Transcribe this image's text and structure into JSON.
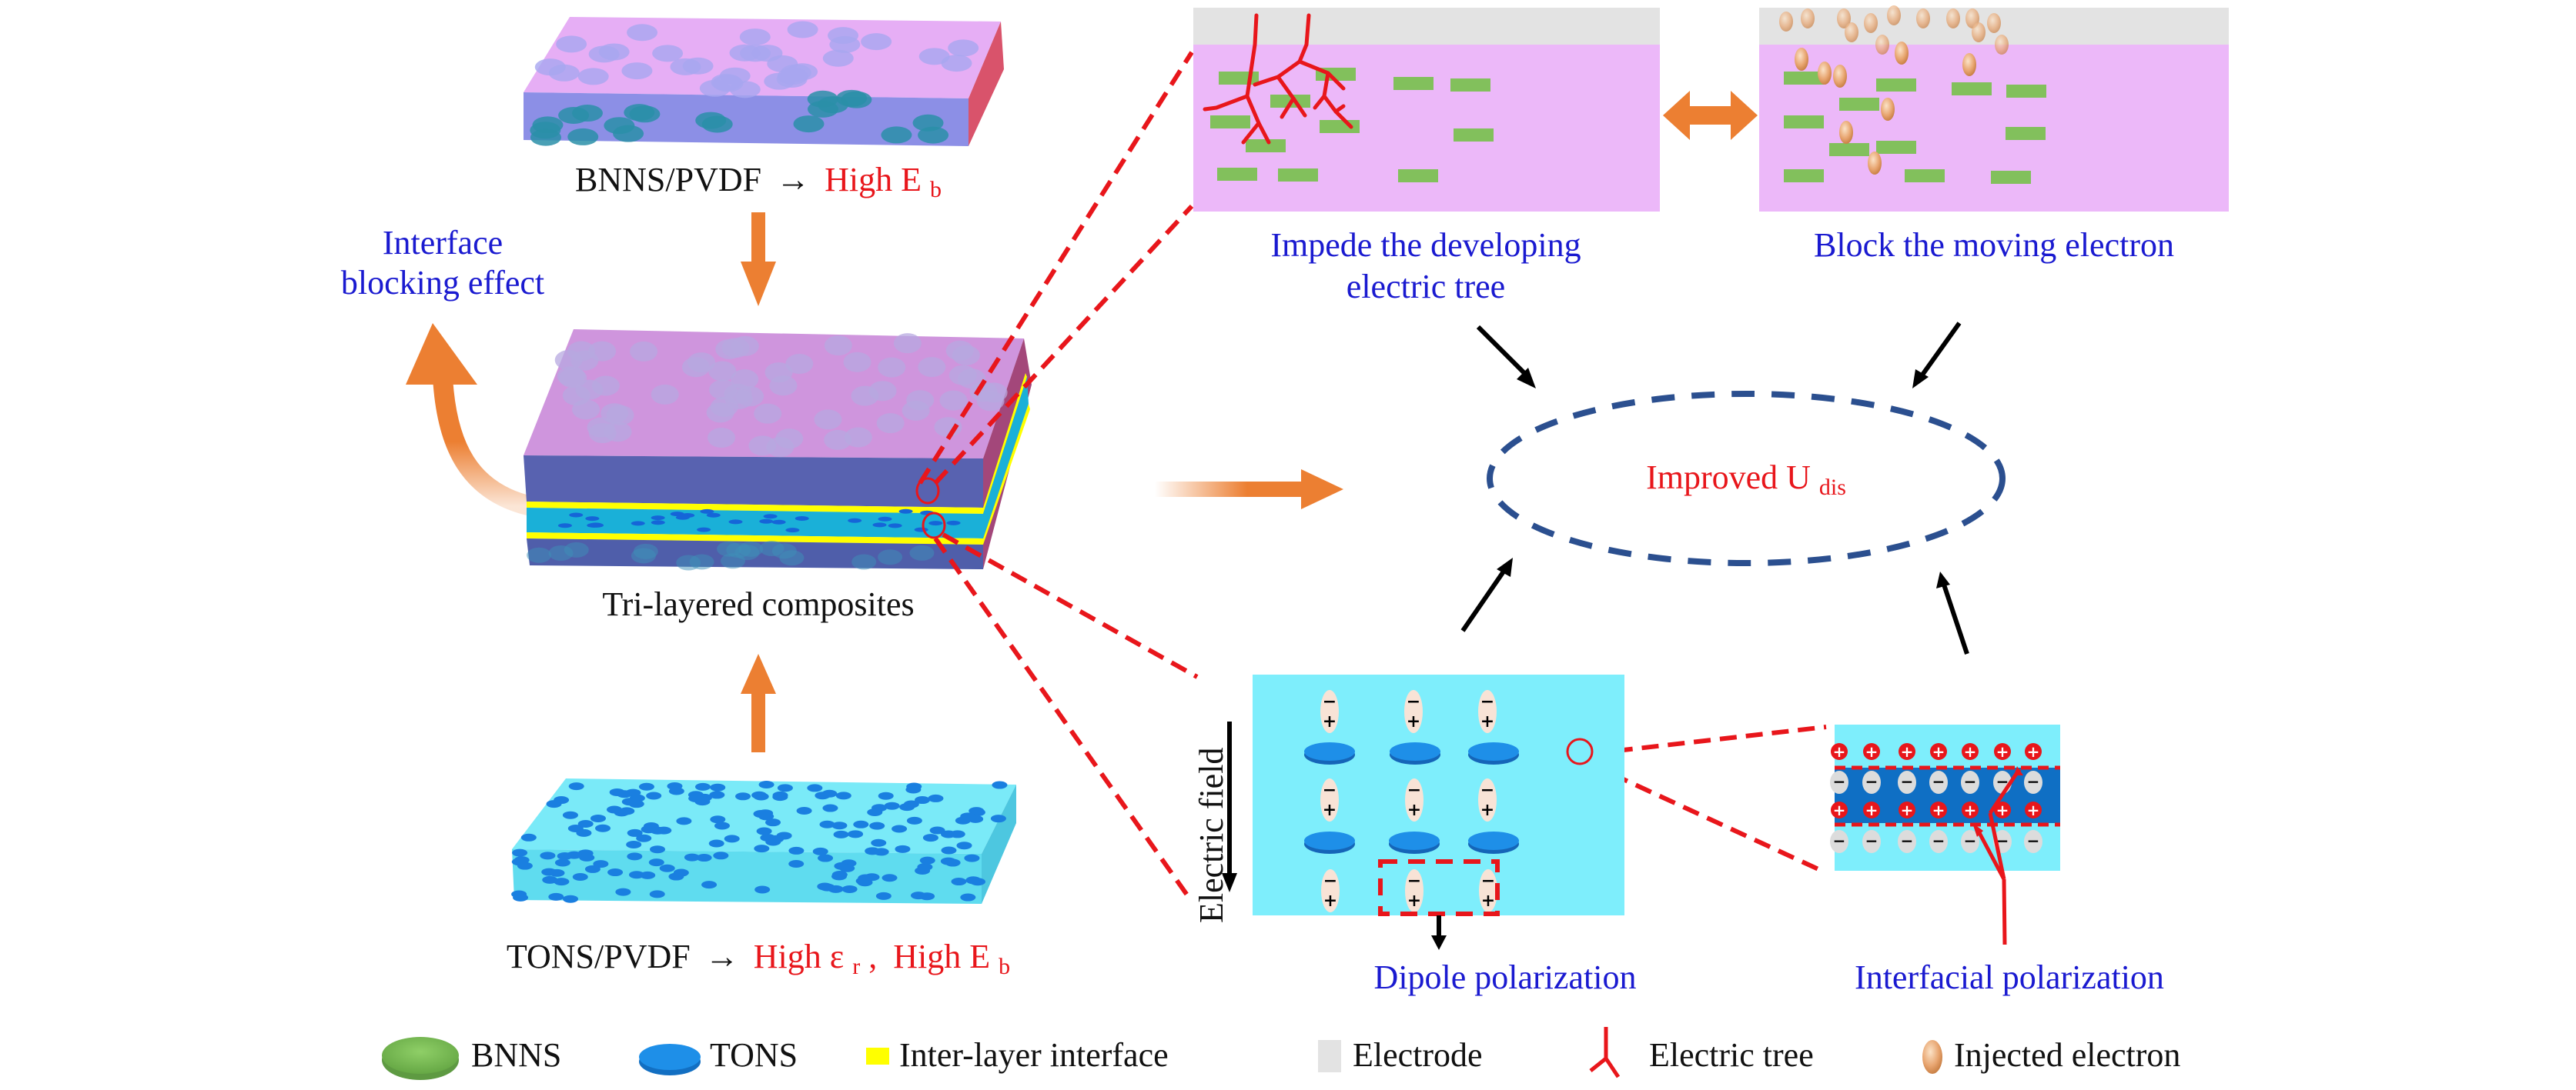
{
  "figure": {
    "composites": {
      "bnns_layer": {
        "label_material": "BNNS/PVDF",
        "label_arrow": "→",
        "label_property": "High E",
        "label_property_sub": "b"
      },
      "tons_layer": {
        "label_material": "TONS/PVDF",
        "label_arrow": "→",
        "label_property_1": "High ε",
        "label_property_1_sub": "r",
        "label_separator": ",",
        "label_property_2": "High E",
        "label_property_2_sub": "b"
      },
      "trilayer": {
        "label": "Tri-layered composites"
      },
      "interface_effect": {
        "line1": "Interface",
        "line2": "blocking effect"
      }
    },
    "mechanisms": {
      "electric_tree_panel": {
        "caption_line1": "Impede the developing",
        "caption_line2": "electric tree"
      },
      "electron_panel": {
        "caption": "Block the moving electron"
      },
      "dipole_panel": {
        "caption": "Dipole polarization",
        "field_label": "Electric field",
        "minus_sign": "−",
        "plus_sign": "+"
      },
      "interfacial_panel": {
        "caption": "Interfacial polarization",
        "minus_sign": "−",
        "plus_sign": "+"
      }
    },
    "result": {
      "label": "Improved U",
      "label_sub": "dis"
    },
    "legend": [
      {
        "icon": "green-disc-icon",
        "label": "BNNS",
        "color": "#7fbf5a"
      },
      {
        "icon": "blue-disc-icon",
        "label": "TONS",
        "color": "#1e8fe8"
      },
      {
        "icon": "yellow-bar-icon",
        "label": "Inter-layer interface",
        "color": "#ffff00"
      },
      {
        "icon": "grey-block-icon",
        "label": "Electrode",
        "color": "#e3e3e3"
      },
      {
        "icon": "electric-tree-icon",
        "label": "Electric tree",
        "color": "#e8161b"
      },
      {
        "icon": "electron-icon",
        "label": "Injected electron",
        "color": "#e8a570"
      }
    ],
    "colors": {
      "pvdf_bnns": "#e9b6f7",
      "pvdf_tons": "#7eeefc",
      "arrow_orange": "#ec7f32",
      "dash_red": "#e8161b",
      "ellipse_blue": "#2b4f8f",
      "caption_blue": "#1a1ad0",
      "highlight_red": "#e8161b"
    }
  }
}
